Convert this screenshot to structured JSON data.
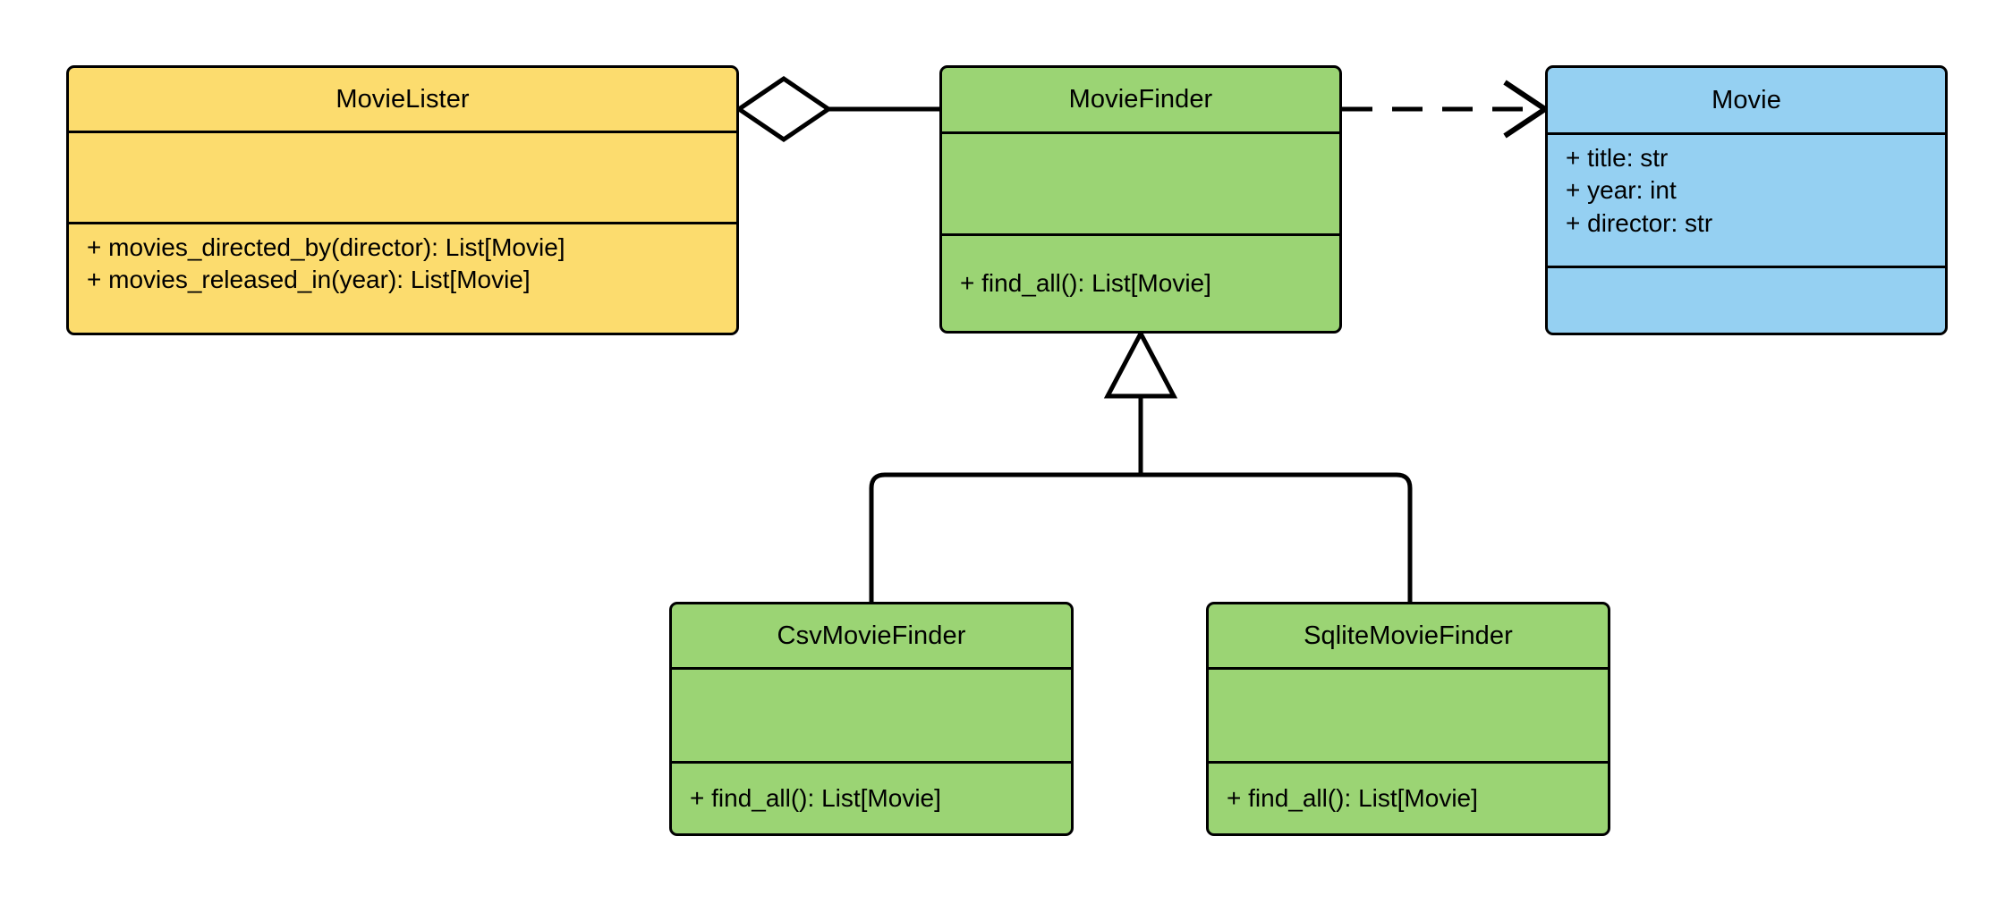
{
  "diagram": {
    "kind": "uml-class-diagram",
    "background": "#ffffff",
    "line_color": "#000000"
  },
  "classes": [
    {
      "id": "MovieLister",
      "name": "MovieLister",
      "fill": "#FCDC6E",
      "attributes": [],
      "operations": [
        "+ movies_directed_by(director): List[Movie]",
        "+ movies_released_in(year): List[Movie]"
      ]
    },
    {
      "id": "MovieFinder",
      "name": "MovieFinder",
      "fill": "#9BD474",
      "attributes": [],
      "operations": [
        "+ find_all(): List[Movie]"
      ]
    },
    {
      "id": "Movie",
      "name": "Movie",
      "fill": "#95D0F2",
      "attributes": [
        "+ title: str",
        "+ year: int",
        "+ director: str"
      ],
      "operations": []
    },
    {
      "id": "CsvMovieFinder",
      "name": "CsvMovieFinder",
      "fill": "#9BD474",
      "attributes": [],
      "operations": [
        "+ find_all(): List[Movie]"
      ]
    },
    {
      "id": "SqliteMovieFinder",
      "name": "SqliteMovieFinder",
      "fill": "#9BD474",
      "attributes": [],
      "operations": [
        "+ find_all(): List[Movie]"
      ]
    }
  ],
  "relationships": [
    {
      "id": "lister-finder",
      "type": "aggregation",
      "source": "MovieLister",
      "target": "MovieFinder",
      "line_style": "solid",
      "source_decoration": "hollow-diamond",
      "target_decoration": "none",
      "label": ""
    },
    {
      "id": "finder-movie",
      "type": "dependency",
      "source": "MovieFinder",
      "target": "Movie",
      "line_style": "dashed",
      "source_decoration": "none",
      "target_decoration": "open-arrow",
      "label": ""
    },
    {
      "id": "csv-finder",
      "type": "generalization",
      "source": "CsvMovieFinder",
      "target": "MovieFinder",
      "line_style": "solid",
      "source_decoration": "none",
      "target_decoration": "hollow-triangle",
      "label": ""
    },
    {
      "id": "sqlite-finder",
      "type": "generalization",
      "source": "SqliteMovieFinder",
      "target": "MovieFinder",
      "line_style": "solid",
      "source_decoration": "none",
      "target_decoration": "hollow-triangle",
      "label": ""
    }
  ]
}
